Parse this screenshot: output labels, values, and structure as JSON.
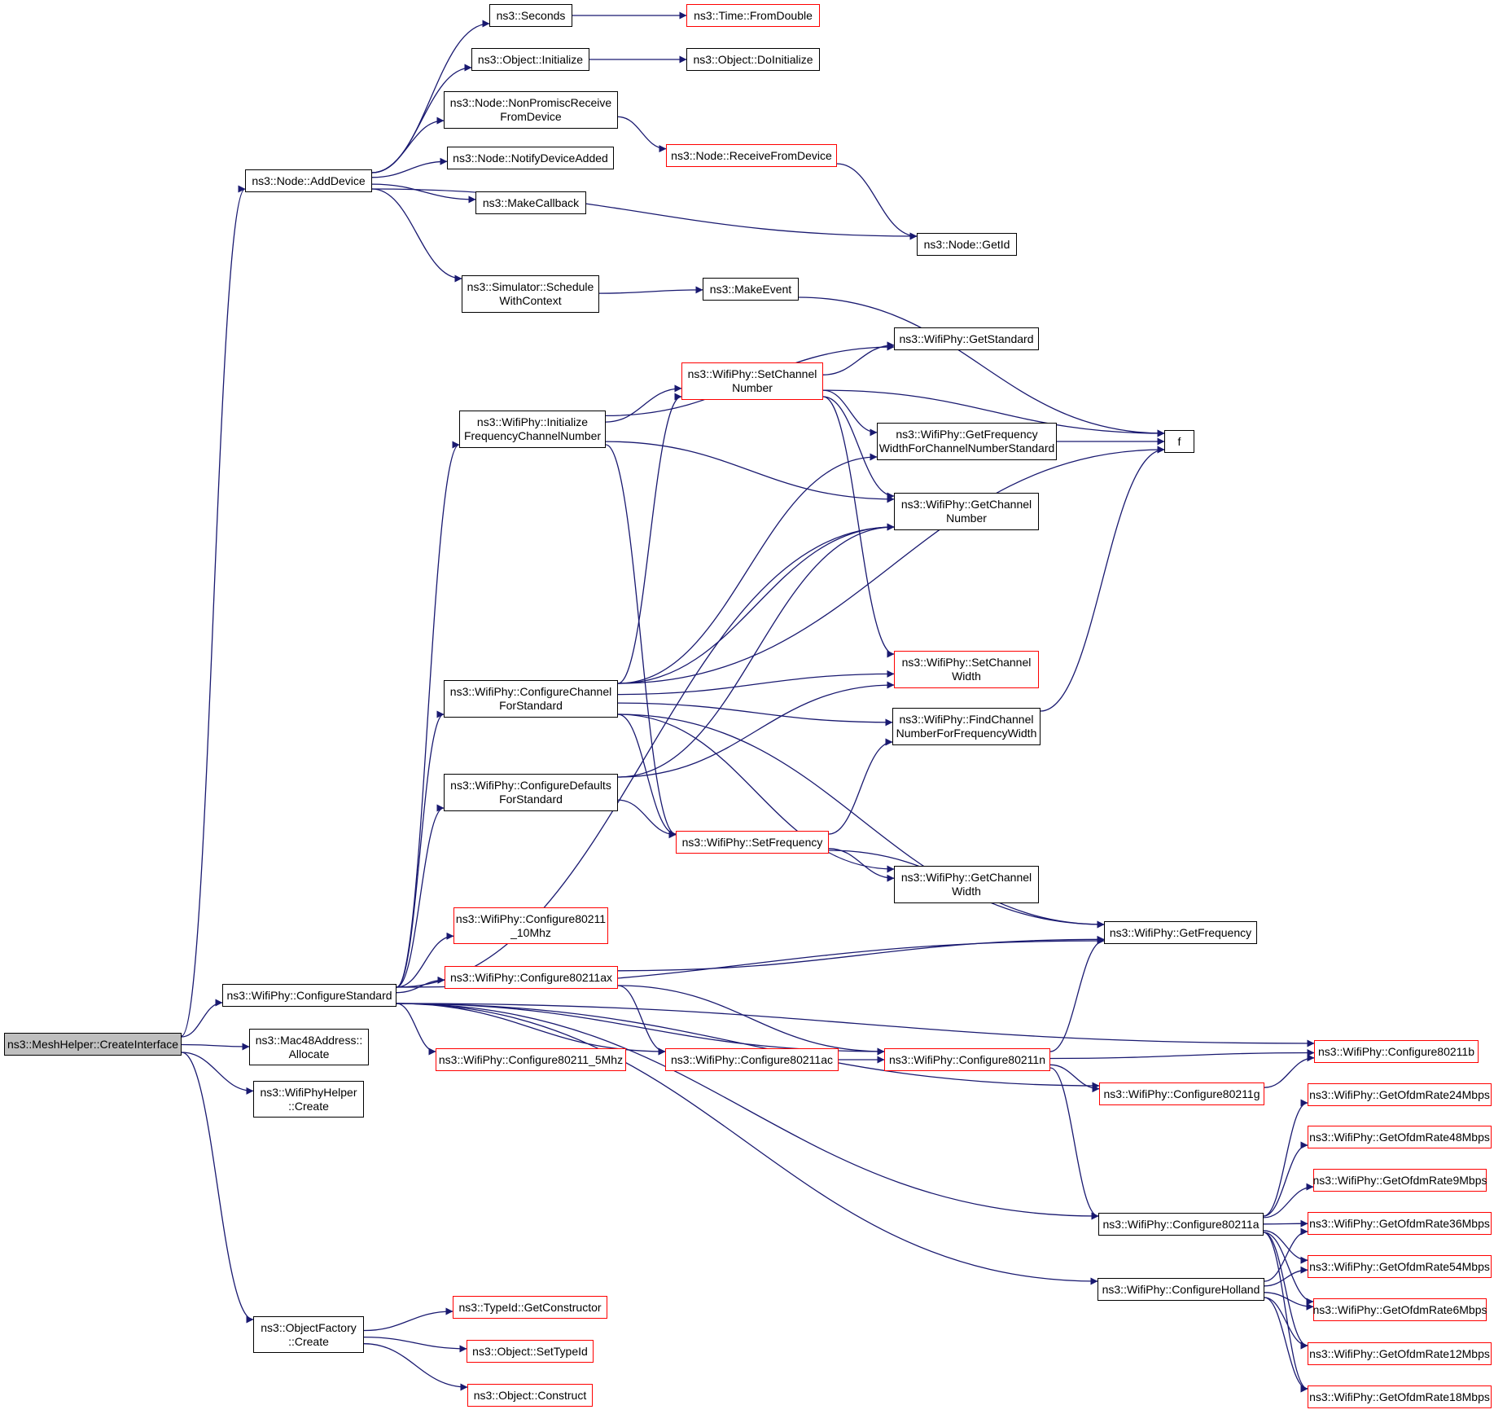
{
  "graph": {
    "edge_color": "#191970",
    "link_border_color": "#ff0000",
    "plain_border_color": "#000000",
    "root_fill": "#bfbfbf",
    "nodes": [
      {
        "id": "createinterface",
        "label": "ns3::MeshHelper::CreateInterface",
        "kind": "root"
      },
      {
        "id": "adddevice",
        "label": "ns3::Node::AddDevice",
        "kind": "plain"
      },
      {
        "id": "configurestandard",
        "label": "ns3::WifiPhy::ConfigureStandard",
        "kind": "plain"
      },
      {
        "id": "allocate",
        "label": "ns3::Mac48Address::\nAllocate",
        "kind": "plain"
      },
      {
        "id": "wifiphyhelpercreate",
        "label": "ns3::WifiPhyHelper\n::Create",
        "kind": "plain"
      },
      {
        "id": "objectfactorycreate",
        "label": "ns3::ObjectFactory\n::Create",
        "kind": "plain"
      },
      {
        "id": "seconds",
        "label": "ns3::Seconds",
        "kind": "plain"
      },
      {
        "id": "fromdouble",
        "label": "ns3::Time::FromDouble",
        "kind": "red"
      },
      {
        "id": "objectinitialize",
        "label": "ns3::Object::Initialize",
        "kind": "plain"
      },
      {
        "id": "doinitialize",
        "label": "ns3::Object::DoInitialize",
        "kind": "plain"
      },
      {
        "id": "nonpromisc",
        "label": "ns3::Node::NonPromiscReceive\nFromDevice",
        "kind": "plain"
      },
      {
        "id": "receivefromdevice",
        "label": "ns3::Node::ReceiveFromDevice",
        "kind": "red"
      },
      {
        "id": "notifydeviceadded",
        "label": "ns3::Node::NotifyDeviceAdded",
        "kind": "plain"
      },
      {
        "id": "makecallback",
        "label": "ns3::MakeCallback",
        "kind": "plain"
      },
      {
        "id": "getid",
        "label": "ns3::Node::GetId",
        "kind": "plain"
      },
      {
        "id": "schedulewithcontext",
        "label": "ns3::Simulator::Schedule\nWithContext",
        "kind": "plain"
      },
      {
        "id": "makeevent",
        "label": "ns3::MakeEvent",
        "kind": "plain"
      },
      {
        "id": "getstandard",
        "label": "ns3::WifiPhy::GetStandard",
        "kind": "plain"
      },
      {
        "id": "setchannelnumber",
        "label": "ns3::WifiPhy::SetChannel\nNumber",
        "kind": "red"
      },
      {
        "id": "initfreqchannel",
        "label": "ns3::WifiPhy::Initialize\nFrequencyChannelNumber",
        "kind": "plain"
      },
      {
        "id": "getfreqwidthstd",
        "label": "ns3::WifiPhy::GetFrequency\nWidthForChannelNumberStandard",
        "kind": "plain"
      },
      {
        "id": "f",
        "label": "f",
        "kind": "plain"
      },
      {
        "id": "getchannelnumber",
        "label": "ns3::WifiPhy::GetChannel\nNumber",
        "kind": "plain"
      },
      {
        "id": "setchannelwidth",
        "label": "ns3::WifiPhy::SetChannel\nWidth",
        "kind": "red"
      },
      {
        "id": "configchannelstd",
        "label": "ns3::WifiPhy::ConfigureChannel\nForStandard",
        "kind": "plain"
      },
      {
        "id": "findchannelnumber",
        "label": "ns3::WifiPhy::FindChannel\nNumberForFrequencyWidth",
        "kind": "plain"
      },
      {
        "id": "configdefaultsstd",
        "label": "ns3::WifiPhy::ConfigureDefaults\nForStandard",
        "kind": "plain"
      },
      {
        "id": "setfrequency",
        "label": "ns3::WifiPhy::SetFrequency",
        "kind": "red"
      },
      {
        "id": "getchannelwidth",
        "label": "ns3::WifiPhy::GetChannel\nWidth",
        "kind": "plain"
      },
      {
        "id": "config10mhz",
        "label": "ns3::WifiPhy::Configure80211\n_10Mhz",
        "kind": "red"
      },
      {
        "id": "getfrequency",
        "label": "ns3::WifiPhy::GetFrequency",
        "kind": "plain"
      },
      {
        "id": "config80211ax",
        "label": "ns3::WifiPhy::Configure80211ax",
        "kind": "red"
      },
      {
        "id": "config5mhz",
        "label": "ns3::WifiPhy::Configure80211_5Mhz",
        "kind": "red"
      },
      {
        "id": "config80211ac",
        "label": "ns3::WifiPhy::Configure80211ac",
        "kind": "red"
      },
      {
        "id": "config80211n",
        "label": "ns3::WifiPhy::Configure80211n",
        "kind": "red"
      },
      {
        "id": "config80211b",
        "label": "ns3::WifiPhy::Configure80211b",
        "kind": "red"
      },
      {
        "id": "config80211g",
        "label": "ns3::WifiPhy::Configure80211g",
        "kind": "red"
      },
      {
        "id": "rate24",
        "label": "ns3::WifiPhy::GetOfdmRate24Mbps",
        "kind": "red"
      },
      {
        "id": "rate48",
        "label": "ns3::WifiPhy::GetOfdmRate48Mbps",
        "kind": "red"
      },
      {
        "id": "rate9",
        "label": "ns3::WifiPhy::GetOfdmRate9Mbps",
        "kind": "red"
      },
      {
        "id": "config80211a",
        "label": "ns3::WifiPhy::Configure80211a",
        "kind": "plain"
      },
      {
        "id": "rate36",
        "label": "ns3::WifiPhy::GetOfdmRate36Mbps",
        "kind": "red"
      },
      {
        "id": "rate54",
        "label": "ns3::WifiPhy::GetOfdmRate54Mbps",
        "kind": "red"
      },
      {
        "id": "configholland",
        "label": "ns3::WifiPhy::ConfigureHolland",
        "kind": "plain"
      },
      {
        "id": "rate6",
        "label": "ns3::WifiPhy::GetOfdmRate6Mbps",
        "kind": "red"
      },
      {
        "id": "rate12",
        "label": "ns3::WifiPhy::GetOfdmRate12Mbps",
        "kind": "red"
      },
      {
        "id": "rate18",
        "label": "ns3::WifiPhy::GetOfdmRate18Mbps",
        "kind": "red"
      },
      {
        "id": "getconstructor",
        "label": "ns3::TypeId::GetConstructor",
        "kind": "red"
      },
      {
        "id": "settypeid",
        "label": "ns3::Object::SetTypeId",
        "kind": "red"
      },
      {
        "id": "construct",
        "label": "ns3::Object::Construct",
        "kind": "red"
      }
    ],
    "edges": [
      [
        "createinterface",
        "adddevice"
      ],
      [
        "createinterface",
        "configurestandard"
      ],
      [
        "createinterface",
        "allocate"
      ],
      [
        "createinterface",
        "wifiphyhelpercreate"
      ],
      [
        "createinterface",
        "objectfactorycreate"
      ],
      [
        "adddevice",
        "seconds"
      ],
      [
        "adddevice",
        "objectinitialize"
      ],
      [
        "adddevice",
        "nonpromisc"
      ],
      [
        "adddevice",
        "notifydeviceadded"
      ],
      [
        "adddevice",
        "makecallback"
      ],
      [
        "adddevice",
        "getid"
      ],
      [
        "adddevice",
        "schedulewithcontext"
      ],
      [
        "seconds",
        "fromdouble"
      ],
      [
        "objectinitialize",
        "doinitialize"
      ],
      [
        "nonpromisc",
        "receivefromdevice"
      ],
      [
        "receivefromdevice",
        "getid"
      ],
      [
        "schedulewithcontext",
        "makeevent"
      ],
      [
        "makeevent",
        "f"
      ],
      [
        "initfreqchannel",
        "getstandard"
      ],
      [
        "initfreqchannel",
        "setchannelnumber"
      ],
      [
        "initfreqchannel",
        "getchannelnumber"
      ],
      [
        "initfreqchannel",
        "setfrequency"
      ],
      [
        "setchannelnumber",
        "getstandard"
      ],
      [
        "setchannelnumber",
        "f"
      ],
      [
        "setchannelnumber",
        "getfreqwidthstd"
      ],
      [
        "setchannelnumber",
        "getchannelnumber"
      ],
      [
        "setchannelnumber",
        "setchannelwidth"
      ],
      [
        "getfreqwidthstd",
        "f"
      ],
      [
        "configchannelstd",
        "setchannelnumber"
      ],
      [
        "configchannelstd",
        "getfreqwidthstd"
      ],
      [
        "configchannelstd",
        "getchannelnumber"
      ],
      [
        "configchannelstd",
        "f"
      ],
      [
        "configchannelstd",
        "setchannelwidth"
      ],
      [
        "configchannelstd",
        "findchannelnumber"
      ],
      [
        "configchannelstd",
        "setfrequency"
      ],
      [
        "configchannelstd",
        "getchannelwidth"
      ],
      [
        "configchannelstd",
        "getfrequency"
      ],
      [
        "findchannelnumber",
        "f"
      ],
      [
        "configdefaultsstd",
        "getchannelnumber"
      ],
      [
        "configdefaultsstd",
        "setchannelwidth"
      ],
      [
        "configdefaultsstd",
        "setfrequency"
      ],
      [
        "setfrequency",
        "findchannelnumber"
      ],
      [
        "setfrequency",
        "getchannelwidth"
      ],
      [
        "setfrequency",
        "getfrequency"
      ],
      [
        "configurestandard",
        "initfreqchannel"
      ],
      [
        "configurestandard",
        "getchannelnumber"
      ],
      [
        "configurestandard",
        "configchannelstd"
      ],
      [
        "configurestandard",
        "configdefaultsstd"
      ],
      [
        "configurestandard",
        "getfrequency"
      ],
      [
        "configurestandard",
        "config10mhz"
      ],
      [
        "configurestandard",
        "config80211ax"
      ],
      [
        "configurestandard",
        "config5mhz"
      ],
      [
        "configurestandard",
        "config80211ac"
      ],
      [
        "configurestandard",
        "config80211n"
      ],
      [
        "configurestandard",
        "config80211g"
      ],
      [
        "configurestandard",
        "config80211b"
      ],
      [
        "configurestandard",
        "config80211a"
      ],
      [
        "configurestandard",
        "configholland"
      ],
      [
        "config80211ax",
        "getfrequency"
      ],
      [
        "config80211ax",
        "config80211ac"
      ],
      [
        "config80211ax",
        "config80211n"
      ],
      [
        "config80211ac",
        "config80211n"
      ],
      [
        "config80211n",
        "getfrequency"
      ],
      [
        "config80211n",
        "config80211b"
      ],
      [
        "config80211n",
        "config80211g"
      ],
      [
        "config80211n",
        "config80211a"
      ],
      [
        "config80211g",
        "config80211b"
      ],
      [
        "config80211a",
        "rate24"
      ],
      [
        "config80211a",
        "rate48"
      ],
      [
        "config80211a",
        "rate9"
      ],
      [
        "config80211a",
        "rate36"
      ],
      [
        "config80211a",
        "rate54"
      ],
      [
        "config80211a",
        "rate6"
      ],
      [
        "config80211a",
        "rate12"
      ],
      [
        "config80211a",
        "rate18"
      ],
      [
        "configholland",
        "rate6"
      ],
      [
        "configholland",
        "rate12"
      ],
      [
        "configholland",
        "rate18"
      ],
      [
        "configholland",
        "rate36"
      ],
      [
        "configholland",
        "rate54"
      ],
      [
        "objectfactorycreate",
        "getconstructor"
      ],
      [
        "objectfactorycreate",
        "settypeid"
      ],
      [
        "objectfactorycreate",
        "construct"
      ]
    ]
  }
}
